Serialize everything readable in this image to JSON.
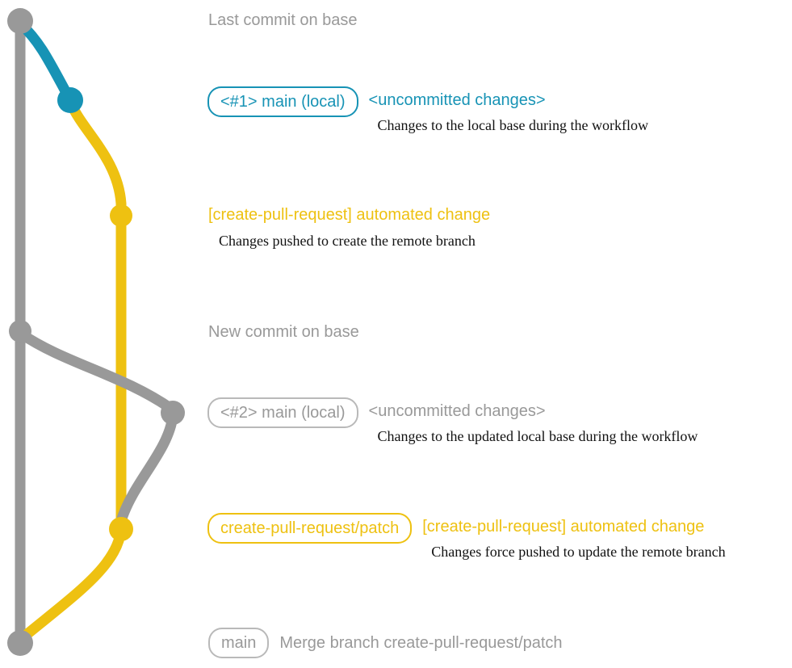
{
  "colors": {
    "teal": "#1793b5",
    "yellow": "#eec111",
    "gray": "#999999",
    "gray-light": "#b9b9b9",
    "ink": "#111111",
    "bg": "#ffffff"
  },
  "graph": {
    "base_branch_color_name": "gray",
    "local_changes_color_name": "teal",
    "pull_request_branch_color_name": "yellow",
    "commit_nodes": [
      {
        "id": "last-commit-on-base",
        "color": "gray"
      },
      {
        "id": "uncommitted-changes-1",
        "color": "teal"
      },
      {
        "id": "automated-change-1",
        "color": "yellow"
      },
      {
        "id": "new-commit-on-base",
        "color": "gray"
      },
      {
        "id": "uncommitted-changes-2",
        "color": "gray"
      },
      {
        "id": "automated-change-2",
        "color": "yellow"
      },
      {
        "id": "merge-commit",
        "color": "gray"
      }
    ]
  },
  "annotations": {
    "last_commit_on_base": "Last commit on base",
    "new_commit_on_base": "New commit on base"
  },
  "rows": {
    "r1": {
      "branch_label": "<#1> main (local)",
      "title": "<uncommitted changes>",
      "desc": "Changes to the local base during the workflow"
    },
    "r2": {
      "title": "[create-pull-request] automated change",
      "desc": "Changes pushed to create the remote branch"
    },
    "r3": {
      "branch_label": "<#2> main (local)",
      "title": "<uncommitted changes>",
      "desc": "Changes to the updated local base during the workflow"
    },
    "r4": {
      "branch_label": "create-pull-request/patch",
      "title": "[create-pull-request] automated change",
      "desc": "Changes force pushed to update the remote branch"
    },
    "r5": {
      "branch_label": "main",
      "title": "Merge branch create-pull-request/patch"
    }
  }
}
